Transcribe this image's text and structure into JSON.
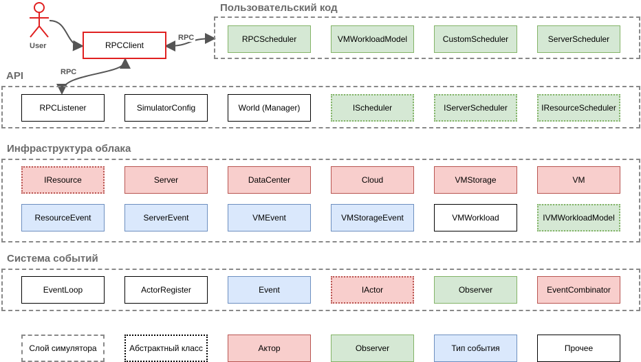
{
  "sections": {
    "user_code": "Пользовательский код",
    "api": "API",
    "infra": "Инфраструктура облака",
    "events": "Система событий"
  },
  "user": {
    "label": "User"
  },
  "client": {
    "label": "RPCClient"
  },
  "connections": {
    "rpc_top": "RPC",
    "rpc_left": "RPC"
  },
  "user_code_boxes": [
    "RPCScheduler",
    "VMWorkloadModel",
    "CustomScheduler",
    "ServerScheduler"
  ],
  "api_boxes": [
    "RPCListener",
    "SimulatorConfig",
    "World (Manager)",
    "IScheduler",
    "IServerScheduler",
    "IResourceScheduler"
  ],
  "infra_row1": [
    "IResource",
    "Server",
    "DataCenter",
    "Cloud",
    "VMStorage",
    "VM"
  ],
  "infra_row2": [
    "ResourceEvent",
    "ServerEvent",
    "VMEvent",
    "VMStorageEvent",
    "VMWorkload",
    "IVMWorkloadModel"
  ],
  "event_boxes": [
    "EventLoop",
    "ActorRegister",
    "Event",
    "IActor",
    "Observer",
    "EventCombinator"
  ],
  "legend": [
    "Слой симулятора",
    "Абстрактный класс",
    "Актор",
    "Observer",
    "Тип события",
    "Прочее"
  ],
  "colors": {
    "actor": "#f8cecc",
    "observer": "#d5e8d4",
    "event_type": "#dae8fc",
    "other": "#ffffff",
    "client_border": "#e02020",
    "user_icon": "#e02020"
  }
}
